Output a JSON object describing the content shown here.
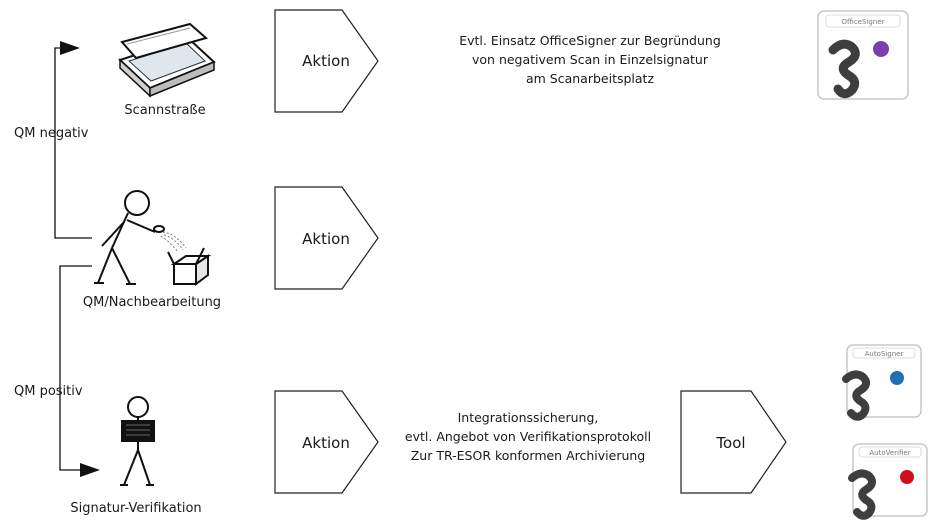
{
  "nodes": {
    "scan": {
      "label": "Scannstraße"
    },
    "qm": {
      "label": "QM/Nachbearbeitung"
    },
    "verify": {
      "label": "Signatur-Verifikation"
    }
  },
  "edges": {
    "negative": "QM negativ",
    "positive": "QM positiv"
  },
  "actions": {
    "a1": "Aktion",
    "a2": "Aktion",
    "a3": "Aktion",
    "tool": "Tool"
  },
  "descriptions": {
    "top": [
      "Evtl. Einsatz OfficeSigner zur Begründung",
      "von negativem Scan in Einzelsignatur",
      "am Scanarbeitsplatz"
    ],
    "bottom": [
      "Integrationssicherung,",
      "evtl. Angebot von Verifikationsprotokoll",
      "Zur TR-ESOR konformen Archivierung"
    ]
  },
  "logos": {
    "officesigner": {
      "title": "OfficeSigner",
      "dot_color": "#7a3fb0"
    },
    "autosigner": {
      "title": "AutoSigner",
      "dot_color": "#1f6fb5"
    },
    "autoverifier": {
      "title": "AutoVerifier",
      "dot_color": "#d0101a"
    }
  },
  "colors": {
    "logo_mark": "#3e3e3e"
  }
}
